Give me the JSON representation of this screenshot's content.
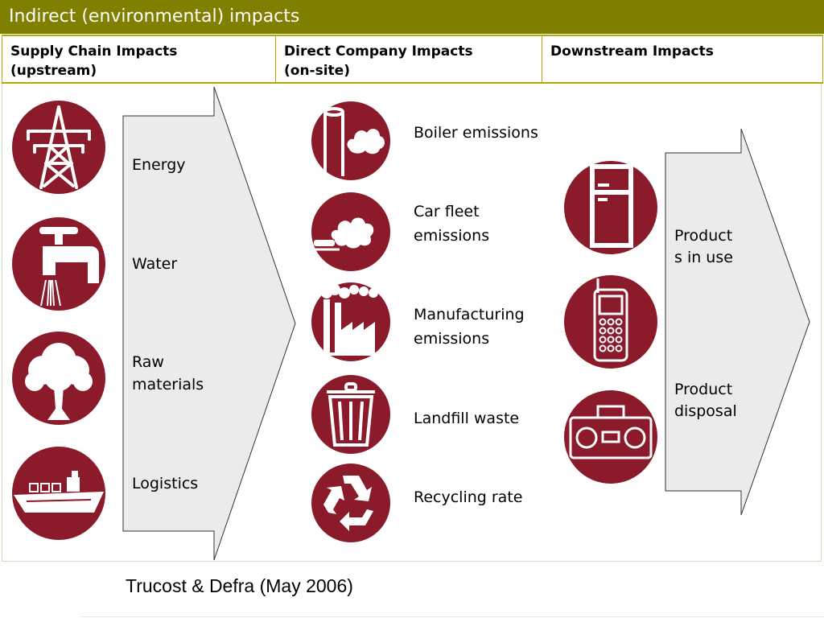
{
  "title": "Indirect (environmental) impacts",
  "columns": {
    "supply": {
      "line1": "Supply Chain Impacts",
      "line2": "(upstream)"
    },
    "direct": {
      "line1": "Direct Company Impacts",
      "line2": "(on-site)"
    },
    "downstream": {
      "line1": "Downstream Impacts"
    }
  },
  "supply_items": [
    "Energy",
    "Water",
    "Raw",
    "materials",
    "Logistics"
  ],
  "direct_items": {
    "boiler": "Boiler emissions",
    "car1": "Car fleet",
    "car2": "emissions",
    "manu1": "Manufacturing",
    "manu2": "emissions",
    "landfill": "Landfill waste",
    "recycling": "Recycling rate"
  },
  "downstream_items": {
    "use1": "Product",
    "use2": "s in use",
    "disp1": "Product",
    "disp2": "disposal"
  },
  "citation": "Trucost & Defra (May 2006)",
  "colors": {
    "title_bg": "#7f7f00",
    "header_border": "#b5a900",
    "icon_fill": "#8b1a2b",
    "arrow_fill": "#ebebeb"
  },
  "icons": [
    "pylon-icon",
    "tap-icon",
    "tree-icon",
    "ship-icon",
    "chimney-smoke-icon",
    "car-exhaust-icon",
    "factory-icon",
    "trash-can-icon",
    "recycle-icon",
    "fridge-icon",
    "mobile-phone-icon",
    "radio-icon"
  ]
}
